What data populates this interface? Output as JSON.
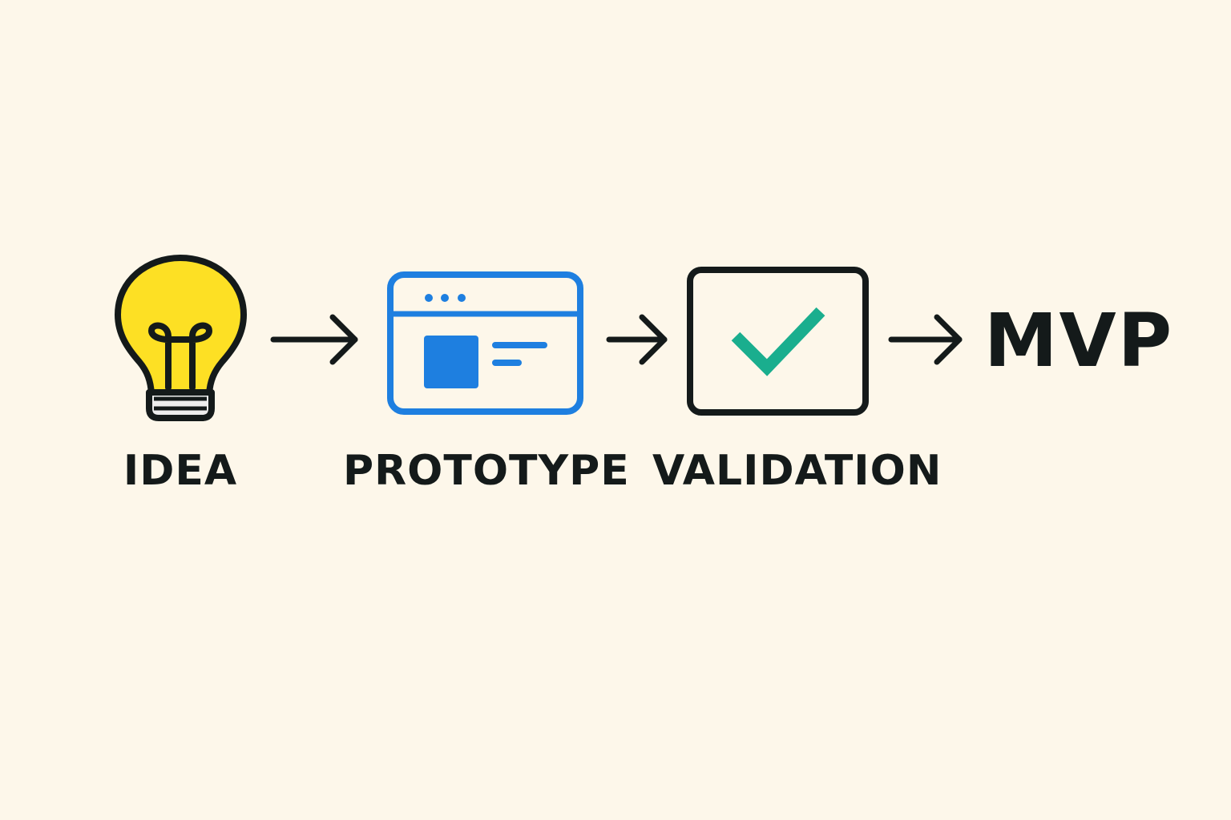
{
  "steps": [
    {
      "label": "IDEA",
      "icon": "lightbulb-icon",
      "color": "#fde024"
    },
    {
      "label": "PROTOTYPE",
      "icon": "browser-window-icon",
      "color": "#1e7fe0"
    },
    {
      "label": "VALIDATION",
      "icon": "checkbox-checkmark-icon",
      "color": "#1aae8e"
    }
  ],
  "result": {
    "label": "MVP"
  },
  "colors": {
    "background": "#fdf7ea",
    "ink": "#141a1a",
    "idea": "#fde024",
    "prototype": "#1e7fe0",
    "validation": "#1aae8e"
  }
}
